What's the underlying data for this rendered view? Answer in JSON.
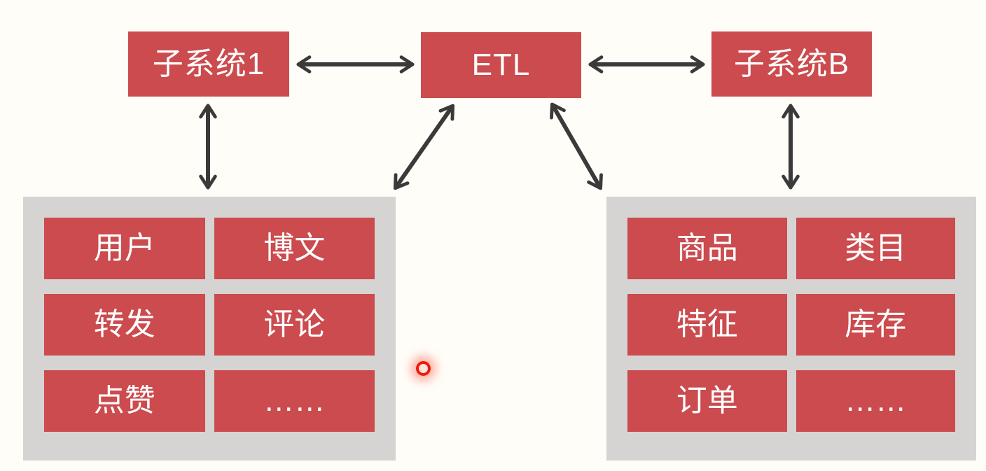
{
  "nodes": [
    {
      "id": "subsystem1",
      "label": "子系统1"
    },
    {
      "id": "etl",
      "label": "ETL"
    },
    {
      "id": "subsystemB",
      "label": "子系统B"
    }
  ],
  "left_group": {
    "cells": [
      "用户",
      "博文",
      "转发",
      "评论",
      "点赞",
      "……"
    ]
  },
  "right_group": {
    "cells": [
      "商品",
      "类目",
      "特征",
      "库存",
      "订单",
      "……"
    ]
  },
  "connections": [
    {
      "from": "子系统1",
      "to": "ETL",
      "bidirectional": true
    },
    {
      "from": "ETL",
      "to": "子系统B",
      "bidirectional": true
    },
    {
      "from": "子系统1",
      "to": "left-data-group",
      "bidirectional": true
    },
    {
      "from": "子系统B",
      "to": "right-data-group",
      "bidirectional": true
    },
    {
      "from": "ETL",
      "to": "left-data-group",
      "bidirectional": true
    },
    {
      "from": "ETL",
      "to": "right-data-group",
      "bidirectional": true
    }
  ],
  "colors": {
    "node_red": "#cb4b4e",
    "group_gray": "#d5d4d2",
    "arrow": "#3a3a3a",
    "background": "#fffdf8",
    "laser_red": "#ea1c0d",
    "text": "#ffffff"
  }
}
